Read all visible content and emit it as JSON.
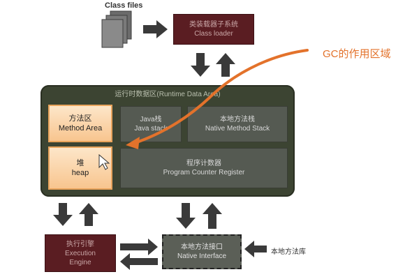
{
  "class_files": {
    "label": "Class files"
  },
  "class_loader": {
    "zh": "类装载器子系统",
    "en": "Class loader"
  },
  "runtime": {
    "title": "运行时数据区(Runtime Data Area)"
  },
  "method_area": {
    "zh": "方法区",
    "en": "Method Area"
  },
  "java_stack": {
    "zh": "Java栈",
    "en": "Java stack"
  },
  "native_method_stack": {
    "zh": "本地方法栈",
    "en": "Native Method Stack"
  },
  "heap": {
    "zh": "堆",
    "en": "heap"
  },
  "pc_register": {
    "zh": "程序计数器",
    "en": "Program Counter Register"
  },
  "execution_engine": {
    "zh": "执行引擎",
    "en1": "Execution",
    "en2": "Engine"
  },
  "native_interface": {
    "zh": "本地方法接口",
    "en": "Native Interface"
  },
  "native_library": {
    "label": "本地方法库"
  },
  "gc_annotation": {
    "label": "GC的作用区域",
    "color": "#e3722b"
  }
}
